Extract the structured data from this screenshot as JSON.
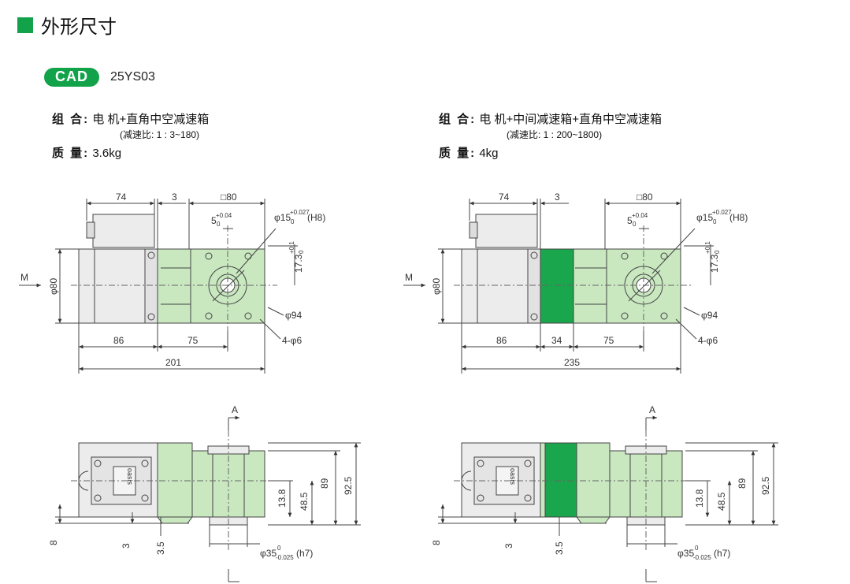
{
  "header": {
    "title": "外形尺寸"
  },
  "cad": {
    "badge": "CAD",
    "model": "25YS03"
  },
  "left_spec": {
    "combo_label": "组  合:",
    "combo_value": "电 机+直角中空减速箱",
    "ratio": "(减速比: 1 : 3~180)",
    "mass_label": "质  量:",
    "mass_value": "3.6kg"
  },
  "right_spec": {
    "combo_label": "组  合:",
    "combo_value": "电 机+中间减速箱+直角中空减速箱",
    "ratio": "(减速比: 1 : 200~1800)",
    "mass_label": "质  量:",
    "mass_value": "4kg"
  },
  "dims_left_top": {
    "d74": "74",
    "d3": "3",
    "sq80": "□80",
    "key5": "5",
    "key5_tol": "+0.04",
    "key5_low": "0",
    "bore": "φ15",
    "bore_tol": "+0.027",
    "bore_low": "0",
    "bore_fit": "(H8)",
    "h17": "17.3",
    "h17_tol": "+0.1",
    "h17_low": "0",
    "m": "M",
    "phi80": "φ80",
    "phi94": "φ94",
    "holes": "4-φ6",
    "d86": "86",
    "d75": "75",
    "total": "201"
  },
  "dims_right_top": {
    "d74": "74",
    "d3": "3",
    "sq80": "□80",
    "key5": "5",
    "key5_tol": "+0.04",
    "key5_low": "0",
    "bore": "φ15",
    "bore_tol": "+0.027",
    "bore_low": "0",
    "bore_fit": "(H8)",
    "h17": "17.3",
    "h17_tol": "+0.1",
    "h17_low": "0",
    "m": "M",
    "phi80": "φ80",
    "phi94": "φ94",
    "holes": "4-φ6",
    "d86": "86",
    "d34": "34",
    "d75": "75",
    "total": "235"
  },
  "dims_left_bottom": {
    "sec": "A",
    "d89": "89",
    "d925": "92.5",
    "d138": "13.8",
    "d485": "48.5",
    "d8": "8",
    "d3": "3",
    "d35": "3.5",
    "shaft": "φ35",
    "shaft_up": "0",
    "shaft_low": "-0.025",
    "shaft_fit": "(h7)",
    "label": "oasis"
  },
  "dims_right_bottom": {
    "sec": "A",
    "d89": "89",
    "d925": "92.5",
    "d138": "13.8",
    "d485": "48.5",
    "d8": "8",
    "d3": "3",
    "d35": "3.5",
    "shaft": "φ35",
    "shaft_up": "0",
    "shaft_low": "-0.025",
    "shaft_fit": "(h7)",
    "label": "oasis"
  },
  "colors": {
    "accent": "#12a34a",
    "gearbox": "#c9e8c0",
    "midbox": "#1aa64c",
    "motor": "#ececec"
  }
}
